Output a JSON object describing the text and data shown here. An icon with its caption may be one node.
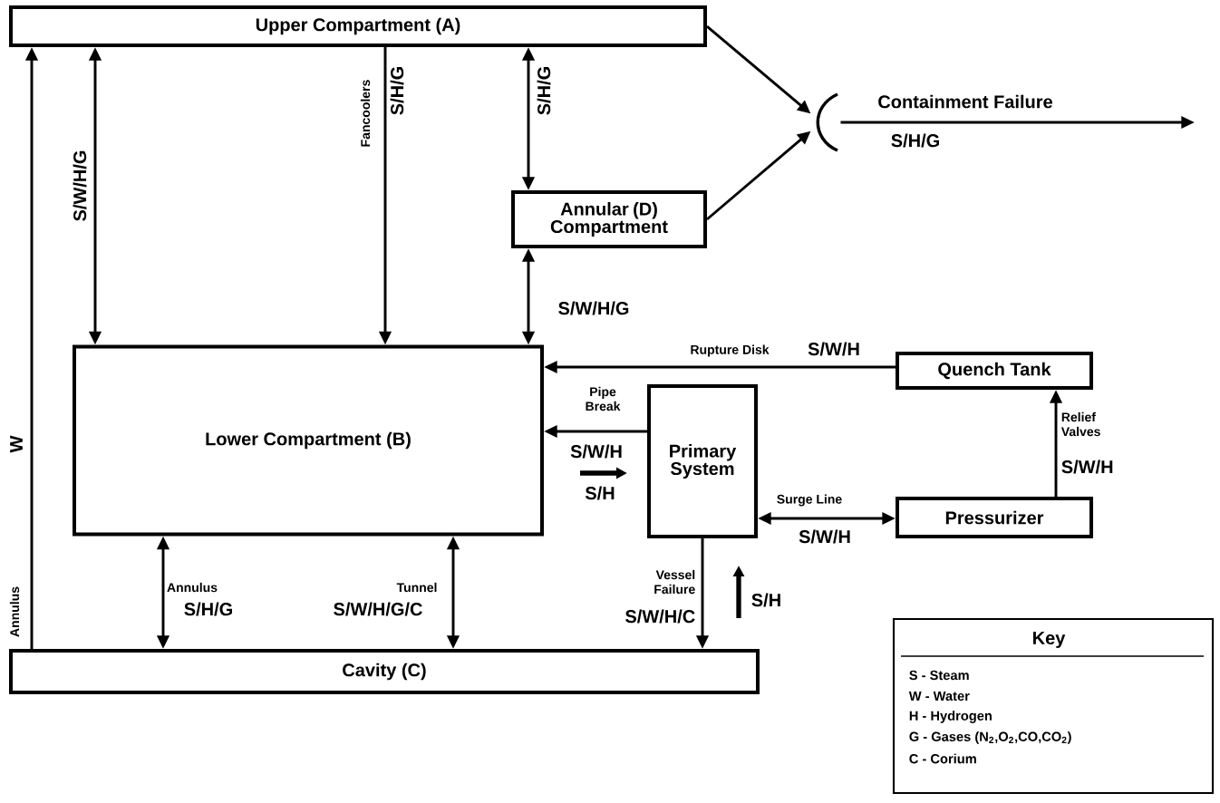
{
  "diagram": {
    "nodes": [
      {
        "text": [
          "Upper Compartment (A)"
        ]
      },
      {
        "text": [
          "Annular (D) Compartment"
        ]
      },
      {
        "text": [],
        "shape": "arc"
      },
      {
        "text": [
          "Lower Compartment (B)"
        ]
      },
      {
        "text": [
          "Quench Tank"
        ]
      },
      {
        "text": [
          "Primary System"
        ]
      },
      {
        "text": [
          "Pressurizer"
        ]
      },
      {
        "text": [
          "Cavity (C)"
        ]
      }
    ],
    "edges": [
      {
        "from": 7,
        "to": 0,
        "arrow": "to",
        "label": "W"
      },
      {
        "from": 0,
        "to": 3,
        "arrow": "both",
        "label": "S/W/H/G"
      },
      {
        "from": 0,
        "to": 3,
        "arrow": "to",
        "label": "S/H/G"
      },
      {
        "from": 0,
        "to": 1,
        "arrow": "both",
        "label": "S/H/G"
      },
      {
        "from": 1,
        "to": 3,
        "arrow": "both",
        "label": "S/W/H/G"
      },
      {
        "from": 0,
        "to": 2,
        "arrow": "to"
      },
      {
        "from": 1,
        "to": 2,
        "arrow": "to"
      },
      {
        "from": 2,
        "to": null,
        "arrow": "to",
        "label": "S/H/G"
      },
      {
        "from": 4,
        "to": 3,
        "arrow": "to",
        "label": "S/W/H"
      },
      {
        "from": 5,
        "to": 3,
        "arrow": "to",
        "label": "S/W/H"
      },
      {
        "from": 6,
        "to": 4,
        "arrow": "to",
        "label": "S/W/H"
      },
      {
        "from": 5,
        "to": 6,
        "arrow": "both",
        "label": "S/W/H"
      },
      {
        "from": 5,
        "to": 7,
        "arrow": "to",
        "label": "S/W/H/C"
      },
      {
        "from": 3,
        "to": 7,
        "arrow": "both",
        "label": "S/H/G"
      },
      {
        "from": 3,
        "to": 7,
        "arrow": "both",
        "label": "S/W/H/G/C"
      }
    ],
    "labels": [
      "Fancoolers",
      "Containment Failure",
      "Rupture Disk",
      "Pipe Break",
      "S/H",
      "Relief Valves",
      "Surge Line",
      "Annulus",
      "Tunnel",
      "Vessel Failure",
      "S/H",
      "Annulus",
      "Key"
    ],
    "legend": [
      {
        "text": "S - Steam"
      },
      {
        "text": "W - Water"
      },
      {
        "text": "H - Hydrogen"
      },
      {
        "text": "G - Gases (N$_{2}$,O$_{2}$,CO,CO$_{2}$)"
      },
      {
        "text": "C - Corium"
      }
    ]
  }
}
